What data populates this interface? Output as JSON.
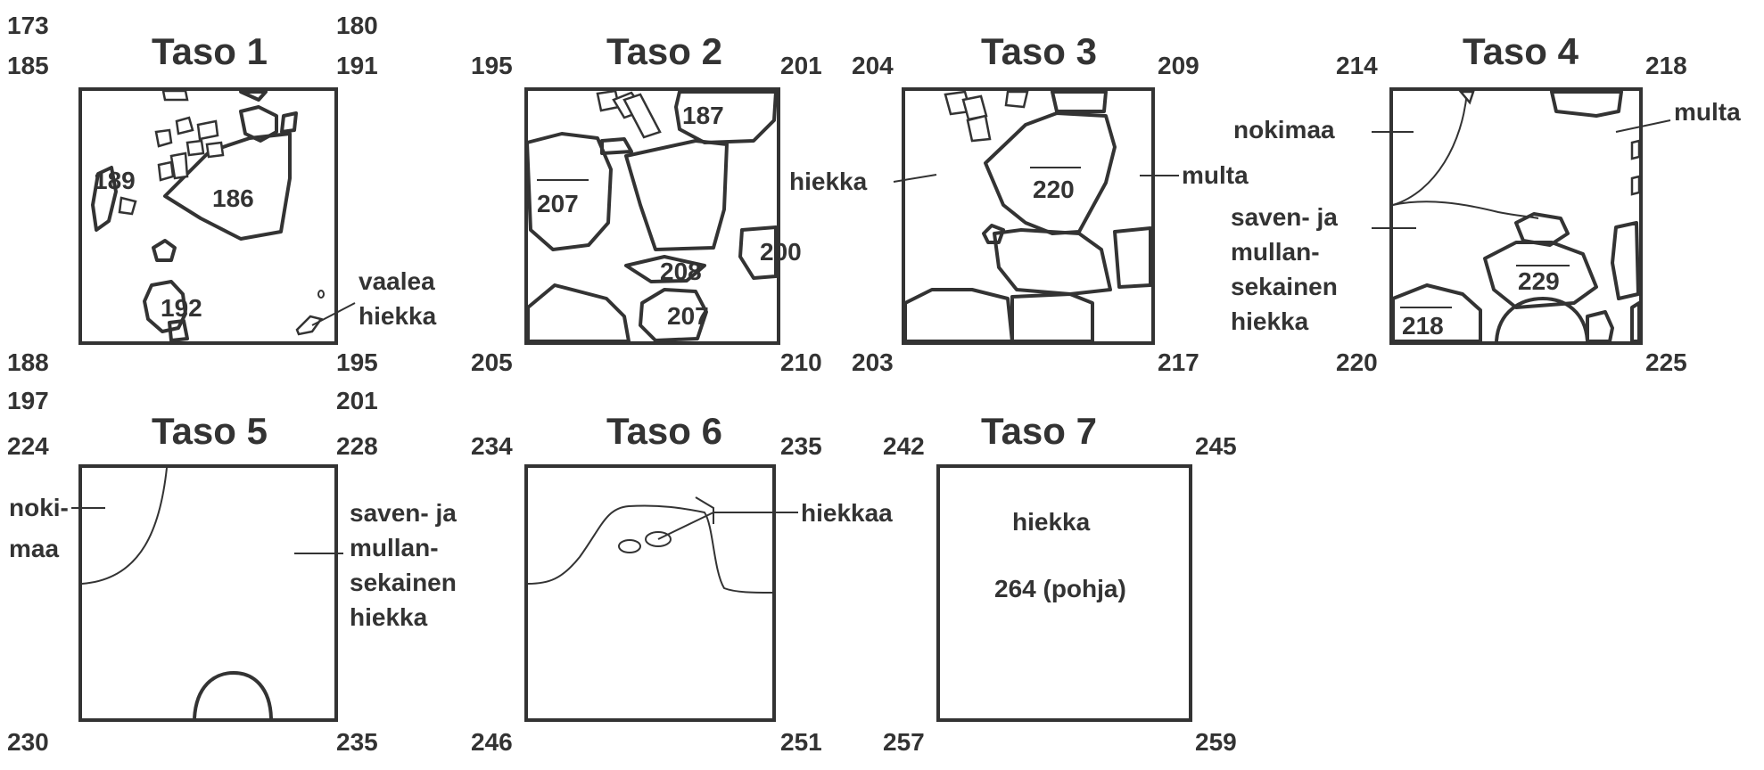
{
  "levels": [
    {
      "title": "Taso 1",
      "corners": {
        "tl": [
          "173",
          "185"
        ],
        "tr": [
          "180",
          "191"
        ],
        "bl": [
          "188",
          "197"
        ],
        "br": [
          "195",
          "201"
        ]
      },
      "labels": [
        "189",
        "186",
        "192",
        "vaalea",
        "hiekka"
      ]
    },
    {
      "title": "Taso 2",
      "corners": {
        "tl": [
          "195"
        ],
        "tr": [
          "201"
        ],
        "bl": [
          "205"
        ],
        "br": [
          "210"
        ]
      },
      "labels": [
        "187",
        "207",
        "200",
        "208",
        "207"
      ]
    },
    {
      "title": "Taso 3",
      "corners": {
        "tl": [
          "204"
        ],
        "tr": [
          "209"
        ],
        "bl": [
          "203"
        ],
        "br": [
          "217"
        ]
      },
      "labels": [
        "hiekka",
        "220",
        "multa"
      ]
    },
    {
      "title": "Taso 4",
      "corners": {
        "tl": [
          "214"
        ],
        "tr": [
          "218"
        ],
        "bl": [
          "220"
        ],
        "br": [
          "225"
        ]
      },
      "labels": [
        "nokimaa",
        "multa",
        "saven- ja",
        "mullan-",
        "sekainen",
        "hiekka",
        "229",
        "218"
      ]
    },
    {
      "title": "Taso 5",
      "corners": {
        "tl": [
          "224"
        ],
        "tr": [
          "228"
        ],
        "bl": [
          "230"
        ],
        "br": [
          "235"
        ]
      },
      "labels": [
        "noki-",
        "maa",
        "saven- ja",
        "mullan-",
        "sekainen",
        "hiekka"
      ]
    },
    {
      "title": "Taso 6",
      "corners": {
        "tl": [
          "234"
        ],
        "tr": [
          "235"
        ],
        "bl": [
          "246"
        ],
        "br": [
          "251"
        ]
      },
      "labels": [
        "hiekkaa"
      ]
    },
    {
      "title": "Taso 7",
      "corners": {
        "tl": [
          "242"
        ],
        "tr": [
          "245"
        ],
        "bl": [
          "257"
        ],
        "br": [
          "259"
        ]
      },
      "labels": [
        "hiekka",
        "264 (pohja)"
      ]
    }
  ],
  "colors": {
    "ink": "#333333",
    "background": "#ffffff"
  }
}
